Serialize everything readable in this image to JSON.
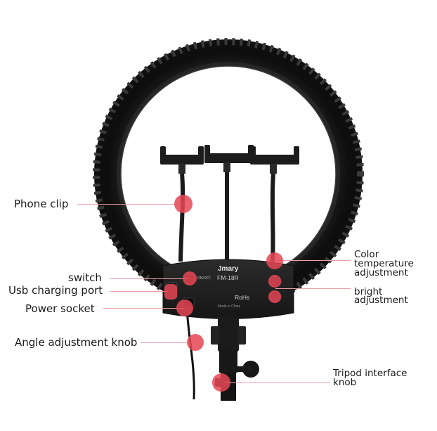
{
  "product": {
    "brand": "Jmary",
    "model": "FM-18R",
    "switch_mark": "ON/OFF",
    "cert_mark": "RoHs",
    "origin": "Made in China"
  },
  "callouts": {
    "phone_clip": "Phone clip",
    "switch": "switch",
    "usb_port": "Usb charging port",
    "power_socket": "Power socket",
    "angle_knob": "Angle adjustment knob",
    "color_temp": [
      "Color",
      "temperature",
      "adjustment"
    ],
    "bright": [
      "bright",
      "adjustment"
    ],
    "tripod": [
      "Tripod interface",
      "knob"
    ]
  },
  "colors": {
    "marker": "#e64655",
    "leader": "#e9a0a8",
    "device": "#1b1b1b",
    "text": "#1a1a1a"
  }
}
